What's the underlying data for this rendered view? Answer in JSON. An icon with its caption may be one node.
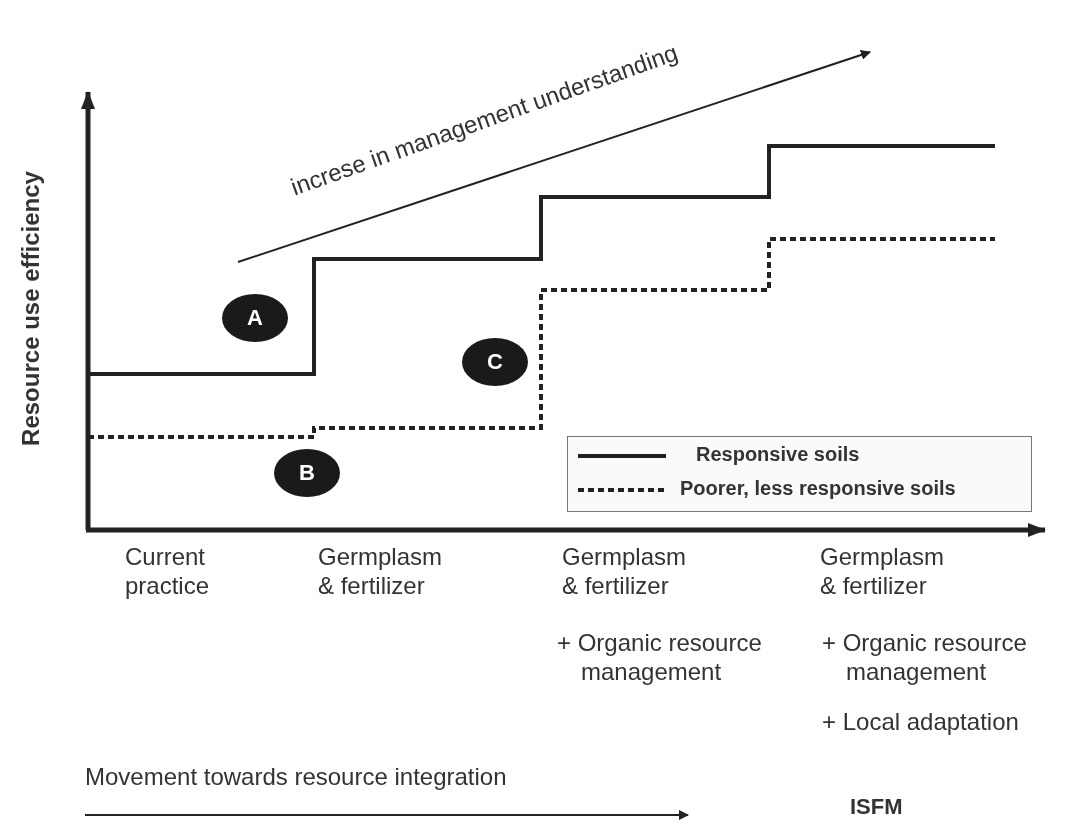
{
  "diagram": {
    "labels": [
      "increse in management understanding",
      "Resource use efficiency",
      "A",
      "C",
      "B",
      "Current practice",
      "Germplasm & fertilizer",
      "Germplasm & fertilizer",
      "+ Organic resource management",
      "Germplasm & fertilizer",
      "+ Organic resource management",
      "+ Local adaptation",
      "Movement towards resource integration",
      "ISFM"
    ],
    "legend": [
      {
        "text": "Responsive soils"
      },
      {
        "text": "Poorer, less responsive soils"
      }
    ]
  }
}
